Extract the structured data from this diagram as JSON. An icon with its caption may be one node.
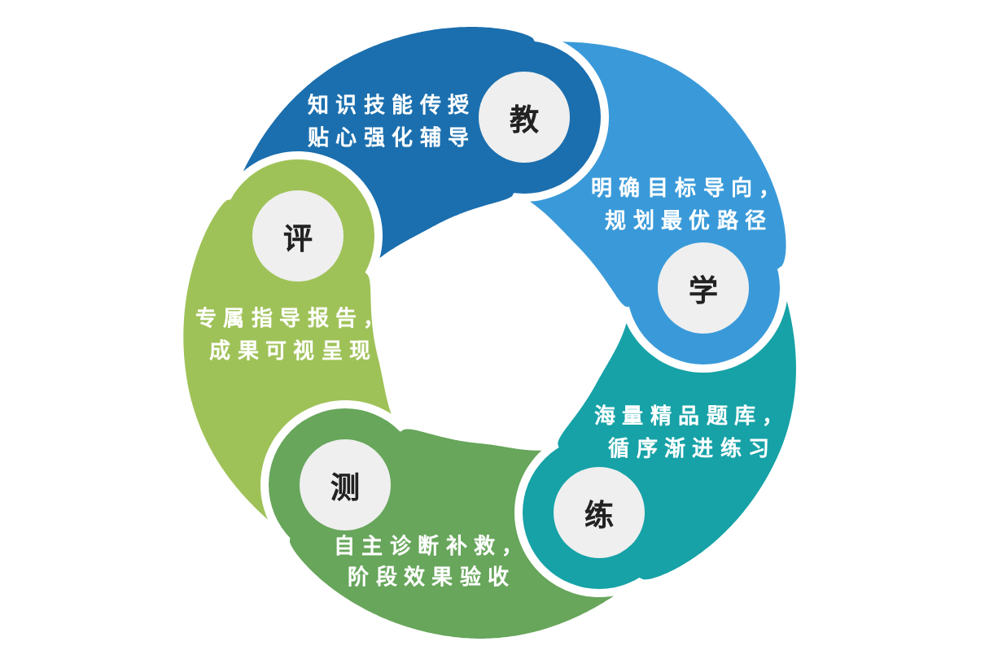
{
  "diagram": {
    "nodes": [
      {
        "text": [
          "知识技能传授贴心强化辅导"
        ]
      },
      {
        "text": [
          "教"
        ],
        "in": 0
      },
      {
        "text": [
          "明确目标导向，规划最优路径"
        ]
      },
      {
        "text": [
          "学"
        ],
        "in": 2
      },
      {
        "text": [
          "海量精品题库，循序渐进练习"
        ]
      },
      {
        "text": [
          "练"
        ],
        "in": 4
      },
      {
        "text": [
          "自主诊断补救，阶段效果验收"
        ]
      },
      {
        "text": [
          "测"
        ],
        "in": 6
      },
      {
        "text": [
          "专属指导报告，成果可视呈现"
        ]
      },
      {
        "text": [
          "评"
        ],
        "in": 8
      }
    ]
  }
}
